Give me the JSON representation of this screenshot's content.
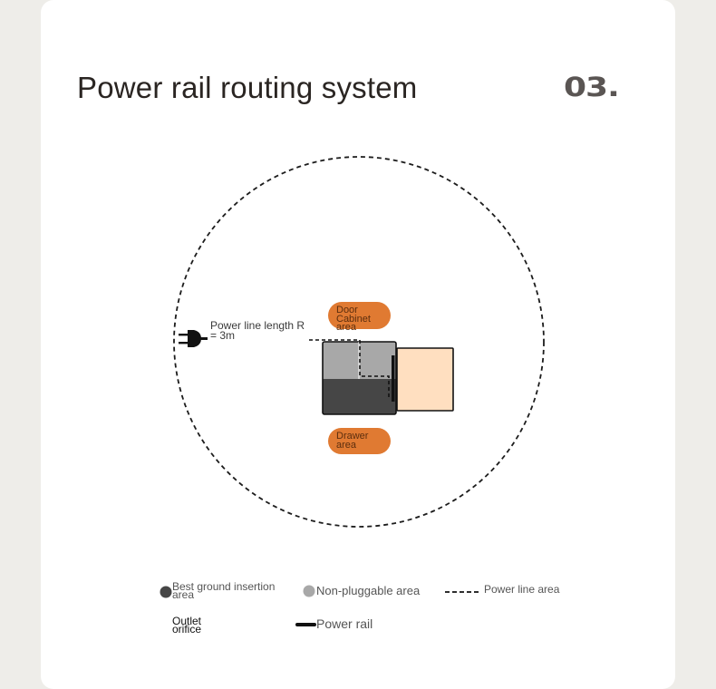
{
  "header": {
    "title": "Power rail routing system",
    "number": "03."
  },
  "diagram": {
    "power_line_label_line1": "Power line length R",
    "power_line_label_line2": "= 3m",
    "door_cabinet_tag": [
      "Door",
      "Cabinet",
      "area"
    ],
    "drawer_tag": [
      "Drawer",
      "area"
    ]
  },
  "legend": {
    "best_ground_line1": "Best ground insertion",
    "best_ground_line2": "area",
    "non_pluggable": "Non-pluggable area",
    "power_line_area": "Power line area",
    "outlet_line1": "Outlet",
    "outlet_line2": "orifice",
    "power_rail": "Power rail"
  },
  "colors": {
    "accent_orange": "#e07a32",
    "dark_area": "#464646",
    "light_area": "#a8a8a8",
    "peach_area": "#ffdfc0"
  }
}
